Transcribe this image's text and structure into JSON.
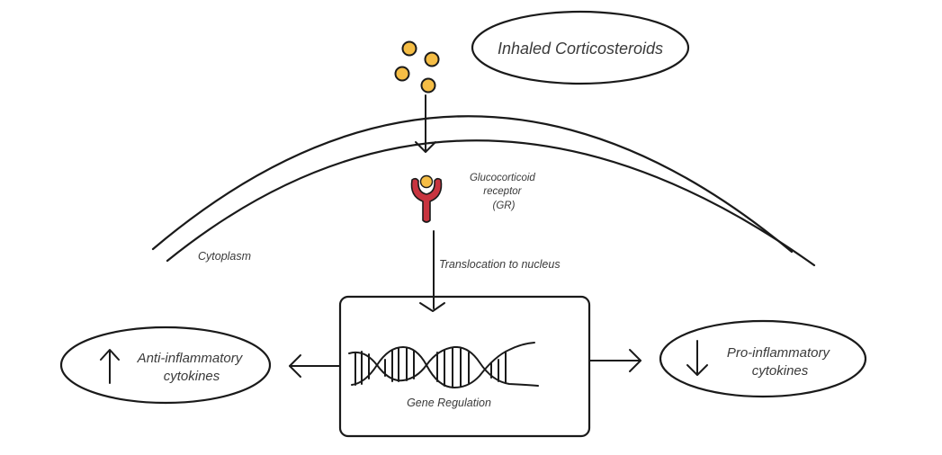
{
  "title_node": {
    "label": "Inhaled Corticosteroids"
  },
  "receptor": {
    "lines": [
      "Glucocorticoid",
      "receptor",
      "(GR)"
    ]
  },
  "regions": {
    "cytoplasm": "Cytoplasm"
  },
  "edges": {
    "translocation": "Translocation to nucleus"
  },
  "nucleus": {
    "label": "Gene Regulation"
  },
  "outputs": {
    "anti": {
      "lines": [
        "Anti-inflammatory",
        "cytokines"
      ],
      "direction": "up",
      "arrow": "↑"
    },
    "pro": {
      "lines": [
        "Pro-inflammatory",
        "cytokines"
      ],
      "direction": "down",
      "arrow": "↓"
    }
  },
  "colors": {
    "ligand": "#f5bd45",
    "receptor": "#c8343f",
    "line": "#1a1a1a",
    "text": "#3a3a3a"
  }
}
